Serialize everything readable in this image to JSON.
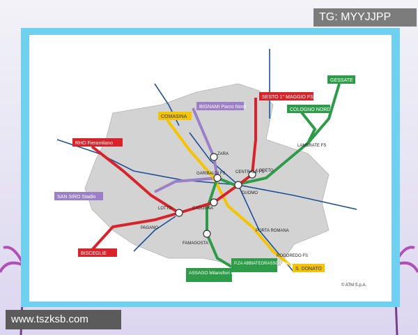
{
  "watermark": "TG: MYYJJPP",
  "site": "www.tszksb.com",
  "credit": "© ATM S.p.A.",
  "colors": {
    "m1": "#d8232a",
    "m2": "#2e9b48",
    "m3": "#f5c400",
    "m5": "#9b7fc7",
    "passante": "#1e4f96",
    "frame": "#6fd0f0",
    "urban_area": "#d3d3d3"
  },
  "terminals": {
    "sesto": "SESTO 1° MAGGIO FS",
    "rho": "RHO Fieramilano",
    "bisceglie": "BISCEGLIE",
    "san_siro": "SAN SIRO Stadio",
    "gessate": "GESSATE",
    "cologno": "COLOGNO NORD",
    "assago": "ASSAGO Milanofiori Forum",
    "abbiategrasso": "P.ZA ABBIATEGRASSO Chiesa Rossa",
    "comasina": "COMASINA",
    "san_donato": "S. DONATO",
    "bignami": "BIGNAMI Parco Nord"
  },
  "stations": {
    "duomo": "DUOMO",
    "cadorna": "CADORNA",
    "loreto": "LORETO",
    "centrale": "CENTRALE FS",
    "garibaldi": "GARIBALDI FS",
    "lotto": "LOTTO",
    "zara": "ZARA",
    "famagosta": "FAMAGOSTA",
    "lambrate": "LAMBRATE FS",
    "pagano": "PAGANO",
    "porta_romana": "PORTA ROMANA",
    "rogoredo": "ROGOREDO FS"
  }
}
